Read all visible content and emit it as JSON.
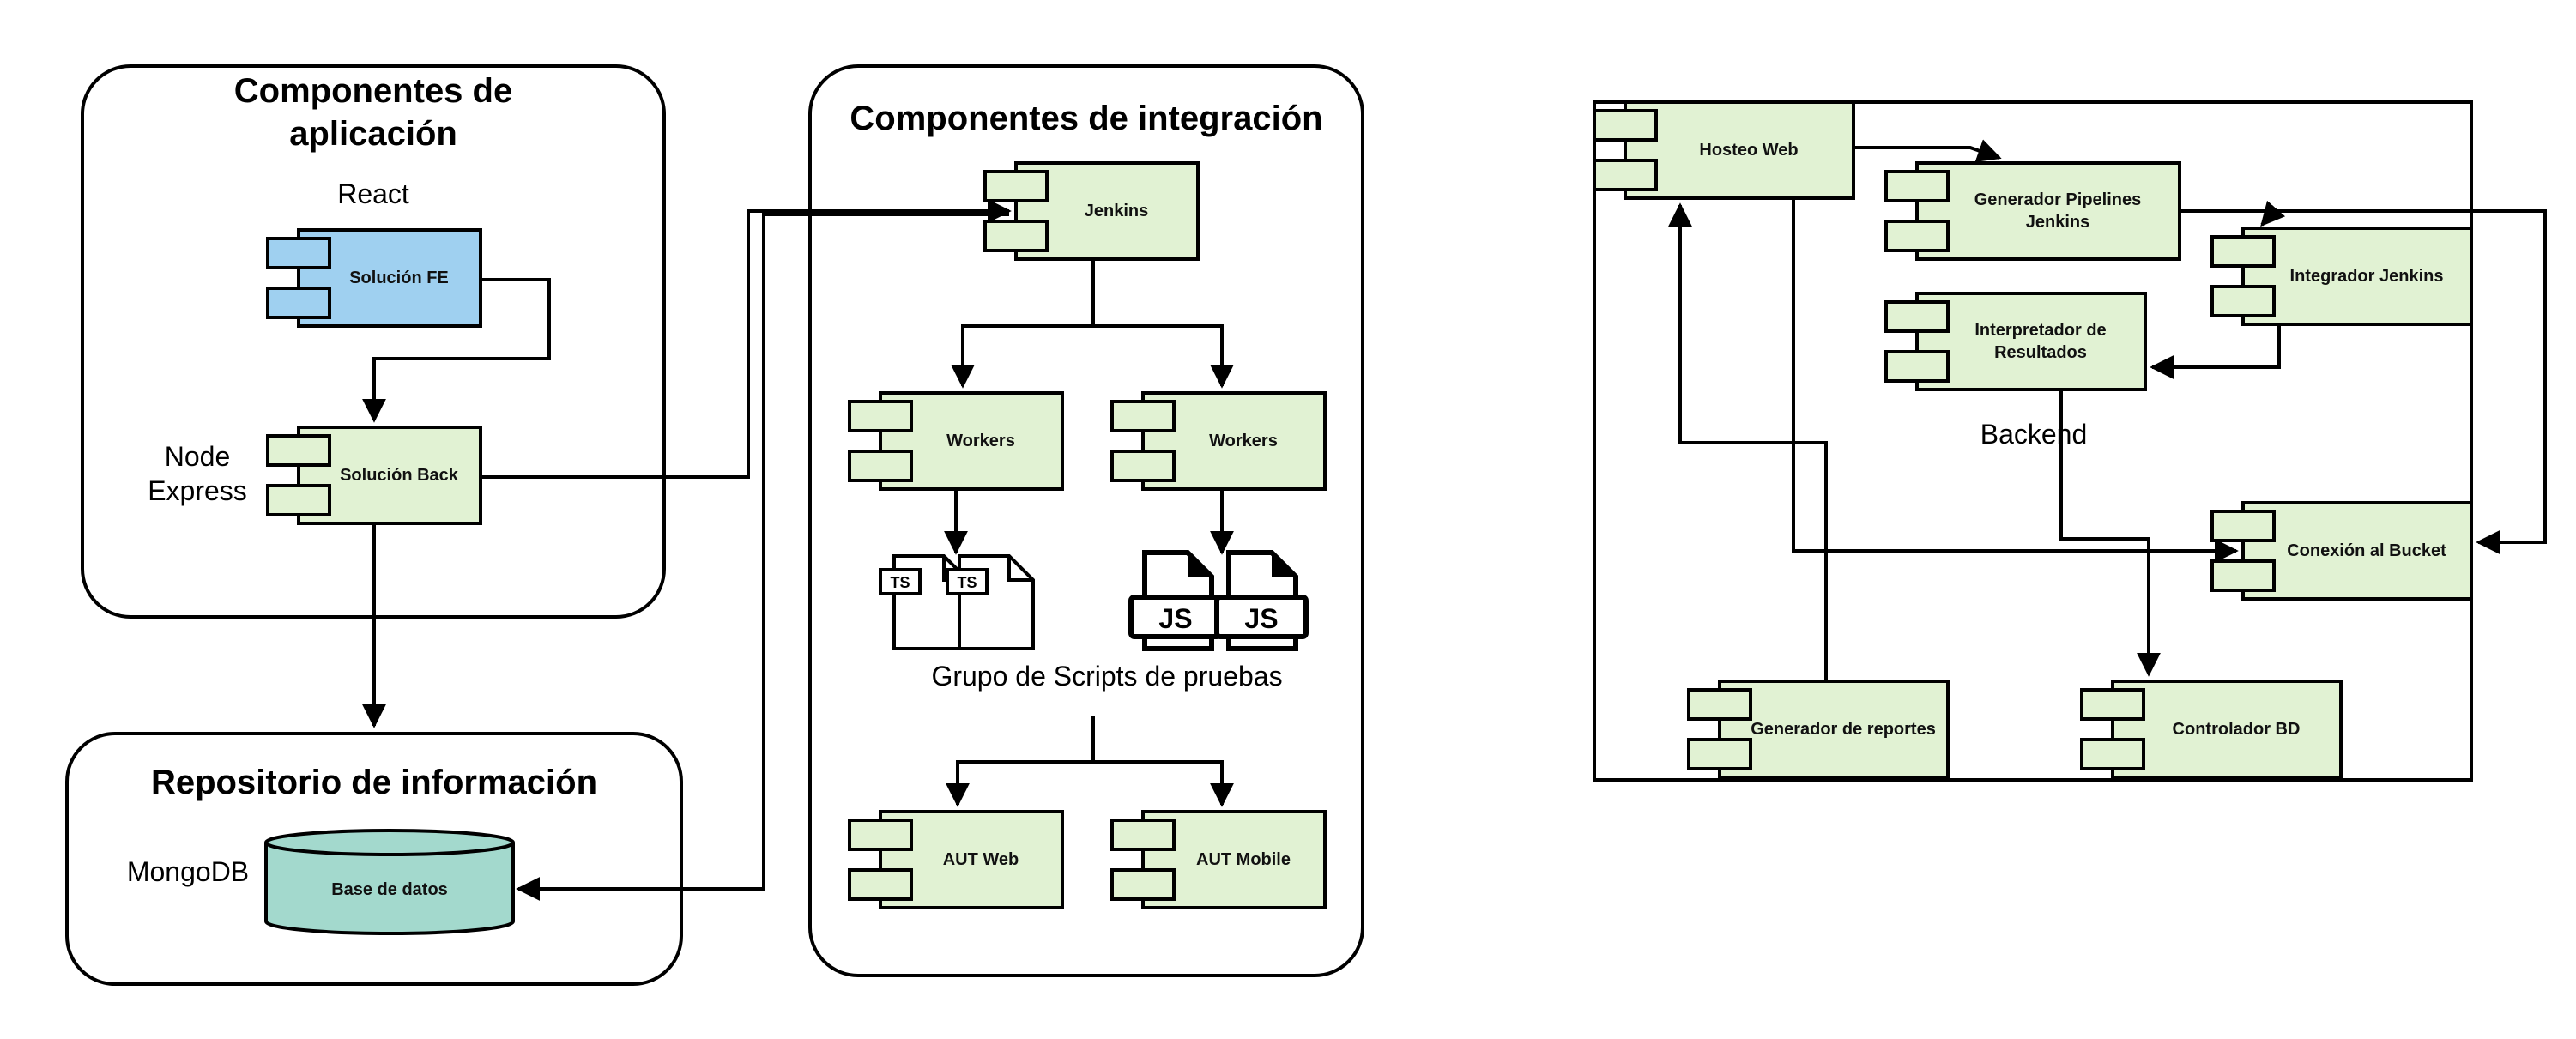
{
  "colors": {
    "component_fill": "#e1f2d3",
    "frontend_fill": "#9fd0f0",
    "database_fill": "#a3d9cd",
    "stroke": "#000000"
  },
  "panels": {
    "app": {
      "title": "Componentes de aplicación"
    },
    "repo": {
      "title": "Repositorio de información"
    },
    "integration": {
      "title": "Componentes de integración"
    }
  },
  "labels": {
    "react": "React",
    "node_express": "Node\nExpress",
    "mongodb": "MongoDB",
    "scripts_group": "Grupo de Scripts de pruebas",
    "backend": "Backend"
  },
  "components": {
    "solucion_fe": "Solución FE",
    "solucion_back": "Solución Back",
    "base_datos": "Base de datos",
    "jenkins": "Jenkins",
    "workers_left": "Workers",
    "workers_right": "Workers",
    "aut_web": "AUT Web",
    "aut_mobile": "AUT Mobile",
    "hosteo_web": "Hosteo Web",
    "generador_pipelines": "Generador Pipelines Jenkins",
    "integrador_jenkins": "Integrador Jenkins",
    "interpretador": "Interpretador de Resultados",
    "conexion_bucket": "Conexión al Bucket",
    "generador_reportes": "Generador de reportes",
    "controlador_bd": "Controlador BD"
  },
  "files": {
    "ts_label": "TS",
    "js_label": "JS",
    "ts_icon": "ts-file-icon",
    "js_icon": "js-file-icon"
  }
}
